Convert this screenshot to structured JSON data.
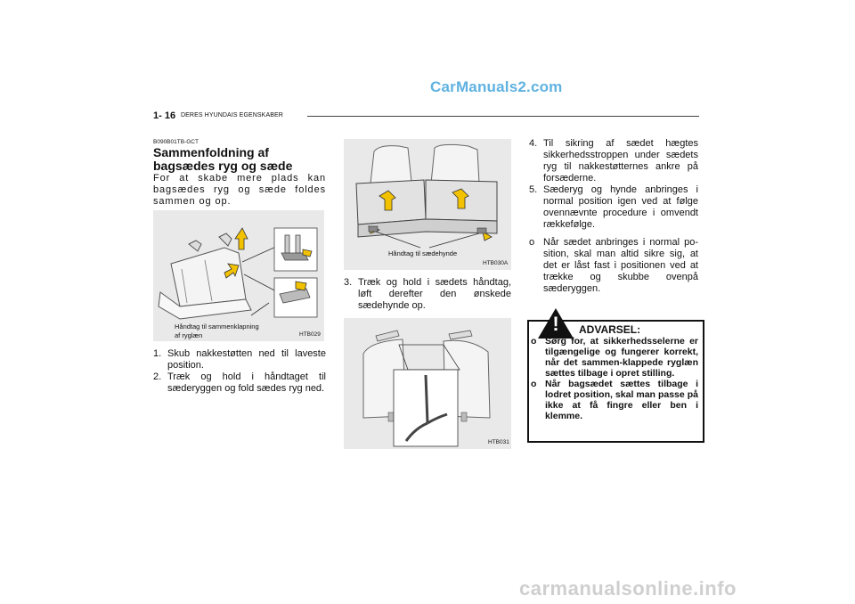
{
  "watermark_top": "CarManuals2.com",
  "header": {
    "page_number": "1- 16",
    "section": "DERES HYUNDAIS EGENSKABER"
  },
  "left": {
    "code": "B090B01TB-GCT",
    "heading": "Sammenfoldning af bagsædes ryg og sæde",
    "intro": "For at skabe mere plads kan bagsædes ryg og sæde foldes sammen og op.",
    "figure": {
      "caption_line1": "Håndtag til sammenklapning",
      "caption_line2": "af ryglæn",
      "code": "HTB029"
    },
    "steps": [
      {
        "n": "1.",
        "text": "Skub nakkestøtten ned til laveste position."
      },
      {
        "n": "2.",
        "text": "Træk og hold i håndtaget til sæderyggen og fold sædes ryg ned."
      }
    ]
  },
  "middle": {
    "figure1": {
      "caption": "Håndtag til sædehynde",
      "code": "HTB030A"
    },
    "steps": [
      {
        "n": "3.",
        "text": "Træk og hold i sædets håndtag, løft derefter den ønskede sædehynde op."
      }
    ],
    "figure2": {
      "code": "HTB031"
    }
  },
  "right": {
    "steps": [
      {
        "n": "4.",
        "text": "Til sikring af sædet hægtes sikkerhedsstroppen under sædets ryg til nakkestøtternes ankre på forsæderne."
      },
      {
        "n": "5.",
        "text": "Sæderyg og hynde anbringes i normal position igen ved at følge ovennævnte procedure i omvendt rækkefølge."
      },
      {
        "n": "o",
        "text": "Når sædet anbringes i normal po-sition, skal man altid sikre sig, at det er låst fast i positionen ved at trække og skubbe ovenpå sæderyggen."
      }
    ],
    "warning": {
      "icon": "!",
      "title": "ADVARSEL:",
      "items": [
        {
          "n": "o",
          "text": "Sørg for, at sikkerhedsselerne er tilgængelige og fungerer korrekt, når det sammen-klappede ryglæn sættes tilbage i opret stilling."
        },
        {
          "n": "o",
          "text": "Når bagsædet sættes tilbage i lodret position, skal man passe på ikke at få fingre eller ben i klemme."
        }
      ]
    }
  },
  "watermark_bottom": "carmanualsonline.info",
  "colors": {
    "accent_watermark": "#5fb2e0",
    "arrow": "#f2c200",
    "figure_bg": "#e9e9e9"
  }
}
